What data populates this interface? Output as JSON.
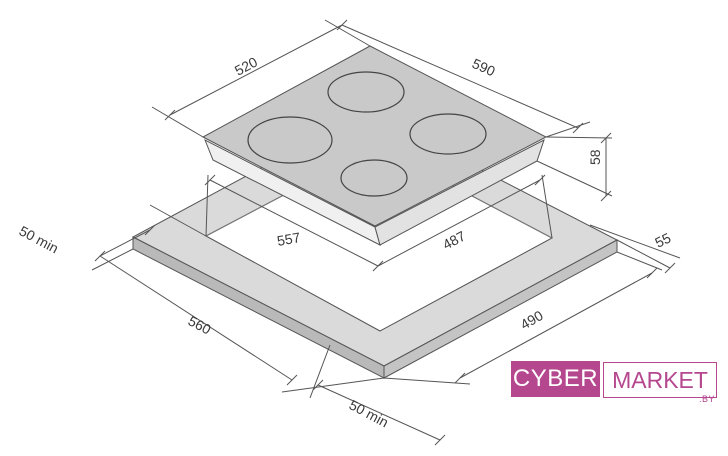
{
  "dimensions": {
    "hob_depth": "520",
    "hob_width": "590",
    "hob_height": "58",
    "cutout_width": "557",
    "cutout_depth": "487",
    "worktop_side_margin": "50 min",
    "worktop_thickness": "55",
    "worktop_width": "560",
    "worktop_depth": "490",
    "worktop_front_margin": "50 min"
  },
  "logo": {
    "part1": "CYBER",
    "part2": "MARKET",
    "domain": ".BY"
  },
  "colors": {
    "hob_top": "#c8c8c8",
    "hob_body": "#e6e6e6",
    "worktop_top": "#d9d9d9",
    "worktop_side": "#b9b9b9",
    "line": "#555555",
    "brand": "#b5478f"
  }
}
